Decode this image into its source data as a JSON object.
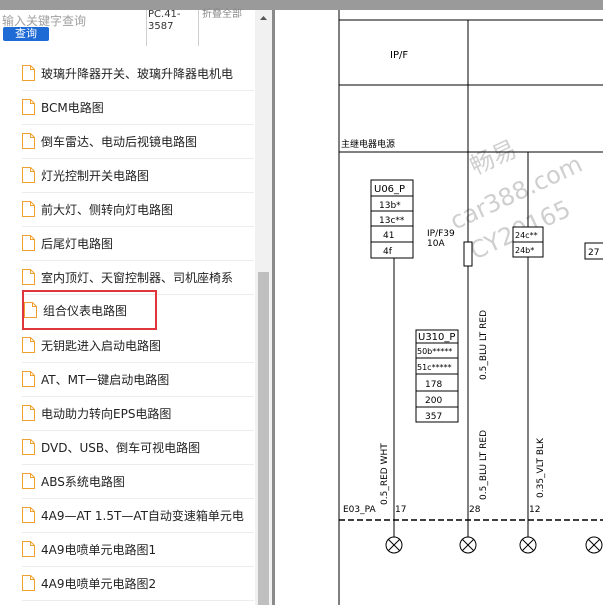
{
  "search": {
    "placeholder": "输入关键字查询",
    "button": "查询"
  },
  "header": {
    "pc_code": "PC.41-3587",
    "collapse_all": "折叠全部"
  },
  "tree": {
    "items": [
      {
        "label": "玻璃升降器开关、玻璃升降器电机电",
        "selected": false
      },
      {
        "label": "BCM电路图",
        "selected": false
      },
      {
        "label": "倒车雷达、电动后视镜电路图",
        "selected": false
      },
      {
        "label": "灯光控制开关电路图",
        "selected": false
      },
      {
        "label": "前大灯、侧转向灯电路图",
        "selected": false
      },
      {
        "label": "后尾灯电路图",
        "selected": false
      },
      {
        "label": "室内顶灯、天窗控制器、司机座椅系",
        "selected": false
      },
      {
        "label": "组合仪表电路图",
        "selected": true
      },
      {
        "label": "无钥匙进入启动电路图",
        "selected": false
      },
      {
        "label": "AT、MT一键启动电路图",
        "selected": false
      },
      {
        "label": "电动助力转向EPS电路图",
        "selected": false
      },
      {
        "label": "DVD、USB、倒车可视电路图",
        "selected": false
      },
      {
        "label": "ABS系统电路图",
        "selected": false
      },
      {
        "label": "4A9—AT 1.5T—AT自动变速箱单元电",
        "selected": false
      },
      {
        "label": "4A9电喷单元电路图1",
        "selected": false
      },
      {
        "label": "4A9电喷单元电路图2",
        "selected": false
      }
    ]
  },
  "diagram": {
    "ipf": "IP/F",
    "main_bus": "主继电器电源",
    "watermark": [
      "畅易",
      "car388.com",
      "CY20165"
    ],
    "u06": {
      "title": "U06_P",
      "pins": [
        "13b*",
        "13c**",
        "41",
        "4f"
      ]
    },
    "fuse": {
      "name": "IP/F39",
      "rating": "10A"
    },
    "u310": {
      "title": "U310_P",
      "pins": [
        "50b*****",
        "51c*****",
        "178",
        "200",
        "357"
      ]
    },
    "box3": {
      "pins": [
        "24c**",
        "24b*"
      ]
    },
    "box4": {
      "pins": [
        "27"
      ]
    },
    "wires": [
      "0.5_BLU LT RED",
      "0.5_RED WHT",
      "0.5_BLU LT RED",
      "0.35_VLT BLK"
    ],
    "connector": "E03_PA",
    "pin_numbers": [
      "17",
      "28",
      "12"
    ]
  },
  "colors": {
    "accent": "#1e6bd6",
    "selection": "#e0353b",
    "icon": "#f0a030"
  }
}
